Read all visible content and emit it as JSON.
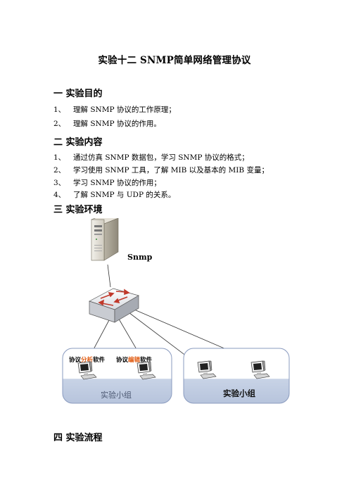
{
  "doc": {
    "title": "实验十二    SNMP简单网络管理协议",
    "sections": [
      {
        "heading": "一  实验目的",
        "items": [
          {
            "num": "1、",
            "text": "理解 SNMP 协议的工作原理；"
          },
          {
            "num": "2、",
            "text": "理解 SNMP 协议的作用。"
          }
        ]
      },
      {
        "heading": "二  实验内容",
        "items": [
          {
            "num": "1、",
            "text": "通过仿真 SNMP 数据包，学习 SNMP 协议的格式；"
          },
          {
            "num": "2、",
            "text": "学习使用 SNMP 工具，了解 MIB 以及基本的 MIB 变量；"
          },
          {
            "num": "3、",
            "text": "学习 SNMP 协议的作用；"
          },
          {
            "num": "4、",
            "text": "了解 SNMP 与 UDP 的关系。"
          }
        ]
      },
      {
        "heading": "三  实验环境"
      },
      {
        "heading": "四  实验流程"
      }
    ]
  },
  "diagram": {
    "server_label": "Snmp",
    "left_group_label": "实验小组",
    "right_group_label": "实验小组",
    "pc1_label_a": "协议",
    "pc1_label_b": "分析",
    "pc1_label_c": "软件",
    "pc2_label_a": "协议",
    "pc2_label_b": "编辑",
    "pc2_label_c": "软件",
    "colors": {
      "highlight": "#e05a10",
      "group_fill": "#c8d3e6",
      "group_border": "#8a9bbf",
      "switch_arrow": "#c0392b"
    }
  }
}
